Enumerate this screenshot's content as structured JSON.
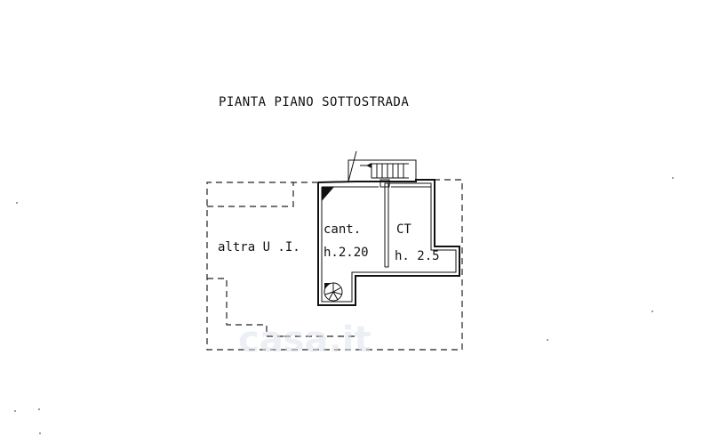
{
  "title": "PIANTA PIANO SOTTOSTRADA",
  "rooms": {
    "neighbor": "altra U .I.",
    "cellar_name": "cant.",
    "cellar_height": "h.2.20",
    "boiler_name": "CT",
    "boiler_height": "h. 2.5"
  },
  "watermark": "casa.it"
}
